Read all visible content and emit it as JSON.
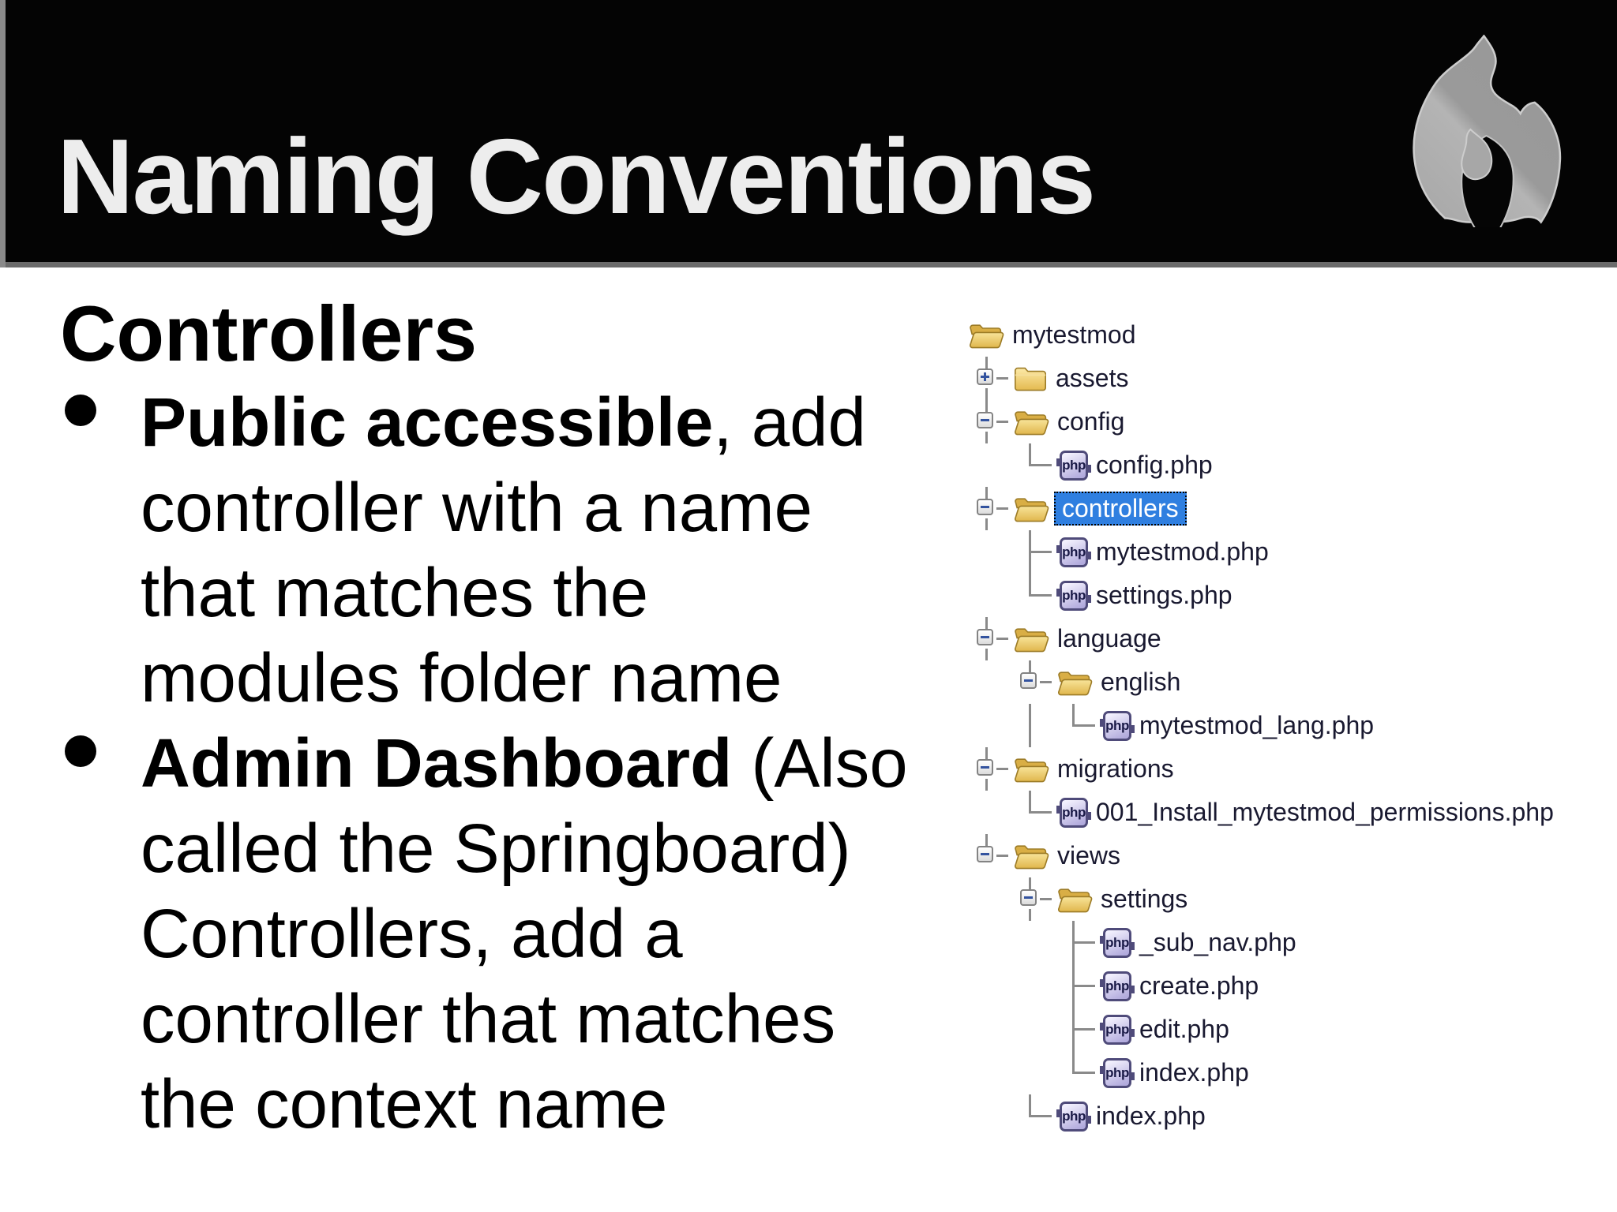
{
  "header": {
    "title": "Naming Conventions",
    "logo_icon": "codeigniter-flame-icon",
    "bg_color": "#040404",
    "border_color": "#6b6b6b"
  },
  "content": {
    "heading": "Controllers",
    "bullets": [
      {
        "bold": "Public accessible",
        "after_bold": ", add",
        "lines": [
          "controller with a name",
          "that matches the",
          "modules folder name"
        ]
      },
      {
        "bold": "Admin Dashboard",
        "after_bold": " (Also",
        "lines": [
          "called the Springboard)",
          "Controllers, add a",
          "controller that matches",
          "the context name"
        ]
      }
    ]
  },
  "tree": {
    "selected_bg": "#2f7fe0",
    "line_color": "#8a8a8a",
    "root": {
      "label": "mytestmod",
      "icon": "folder-open-icon",
      "children": [
        {
          "label": "assets",
          "icon": "folder-closed-icon",
          "expand": "plus"
        },
        {
          "label": "config",
          "icon": "folder-open-icon",
          "expand": "minus",
          "children": [
            {
              "label": "config.php",
              "icon": "php-file-icon"
            }
          ]
        },
        {
          "label": "controllers",
          "icon": "folder-open-icon",
          "expand": "minus",
          "selected": true,
          "children": [
            {
              "label": "mytestmod.php",
              "icon": "php-file-icon"
            },
            {
              "label": "settings.php",
              "icon": "php-file-icon"
            }
          ]
        },
        {
          "label": "language",
          "icon": "folder-open-icon",
          "expand": "minus",
          "children": [
            {
              "label": "english",
              "icon": "folder-open-icon",
              "expand": "minus",
              "children": [
                {
                  "label": "mytestmod_lang.php",
                  "icon": "php-file-icon"
                }
              ]
            }
          ]
        },
        {
          "label": "migrations",
          "icon": "folder-open-icon",
          "expand": "minus",
          "children": [
            {
              "label": "001_Install_mytestmod_permissions.php",
              "icon": "php-file-icon"
            }
          ]
        },
        {
          "label": "views",
          "icon": "folder-open-icon",
          "expand": "minus",
          "children": [
            {
              "label": "settings",
              "icon": "folder-open-icon",
              "expand": "minus",
              "children": [
                {
                  "label": "_sub_nav.php",
                  "icon": "php-file-icon"
                },
                {
                  "label": "create.php",
                  "icon": "php-file-icon"
                },
                {
                  "label": "edit.php",
                  "icon": "php-file-icon"
                },
                {
                  "label": "index.php",
                  "icon": "php-file-icon"
                }
              ]
            },
            {
              "label": "index.php",
              "icon": "php-file-icon"
            }
          ]
        }
      ]
    }
  }
}
